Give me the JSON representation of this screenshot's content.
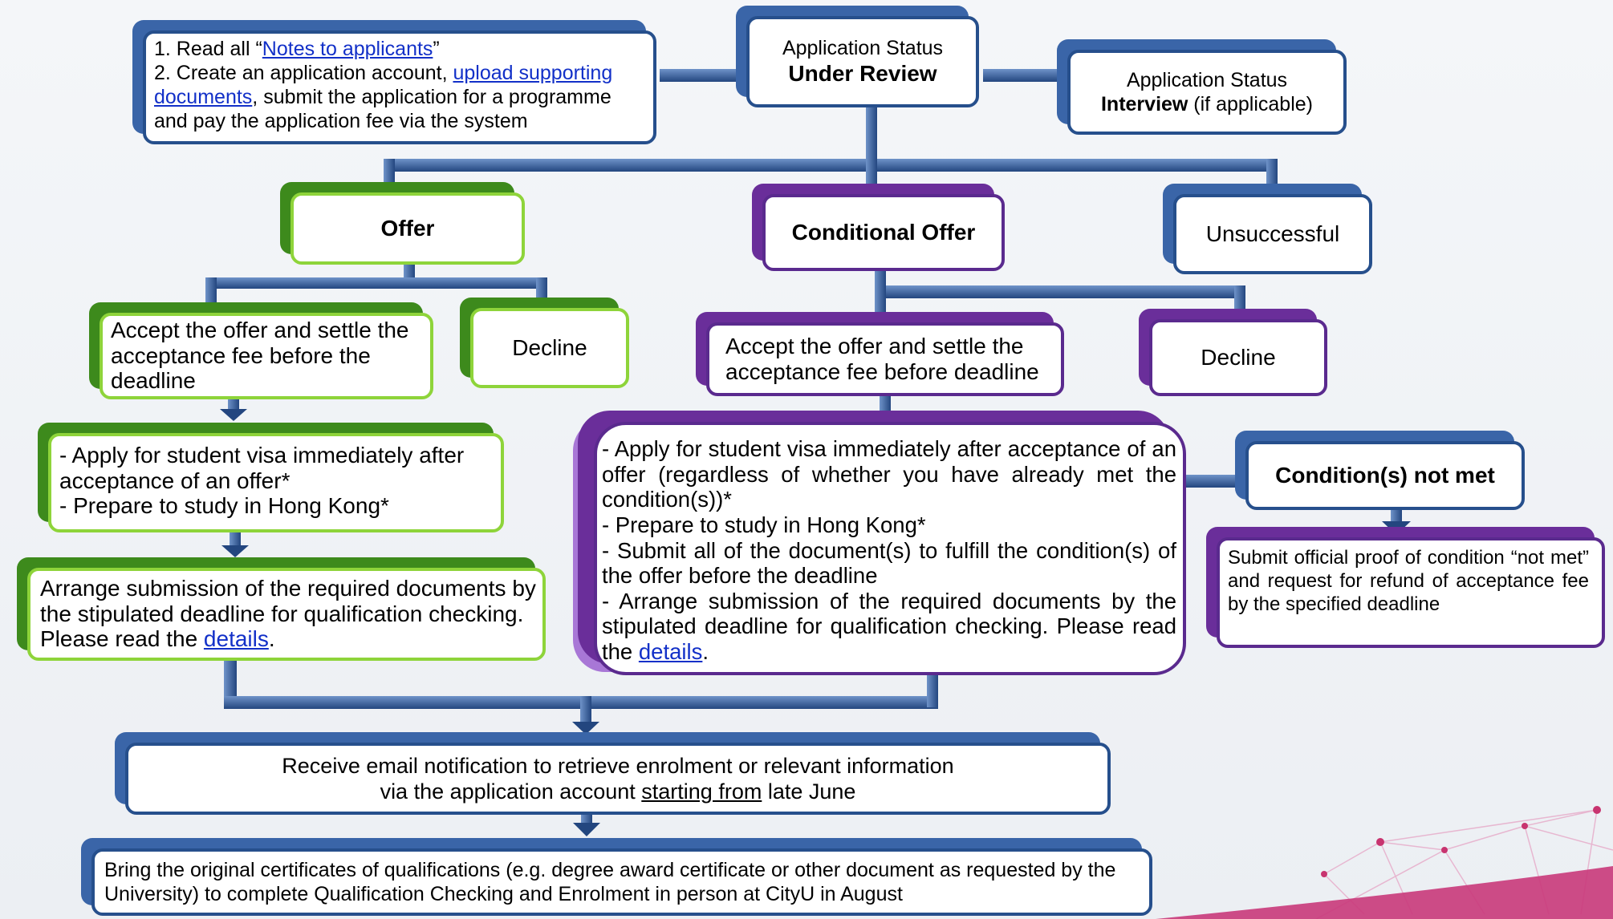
{
  "step1": {
    "line1_prefix": "1. Read all “",
    "notes_link": "Notes to applicants",
    "line1_suffix": "”",
    "line2_prefix": "2. Create an application account, ",
    "upload_link": "upload supporting documents",
    "line2_suffix": ", submit the application for a programme and pay the application fee via the system"
  },
  "under_review": {
    "line1": "Application Status",
    "line2": "Under Review"
  },
  "interview": {
    "line1": "Application Status",
    "bold": "Interview",
    "suffix": " (if applicable)"
  },
  "offer": {
    "title": "Offer"
  },
  "conditional_offer": {
    "title": "Conditional Offer"
  },
  "unsuccessful": {
    "title": "Unsuccessful"
  },
  "offer_accept": {
    "text": "Accept the offer and settle the acceptance fee before the deadline"
  },
  "offer_decline": {
    "text": "Decline"
  },
  "cond_accept": {
    "text": "Accept the offer and settle the acceptance fee before deadline"
  },
  "cond_decline": {
    "text": "Decline"
  },
  "offer_visa": {
    "line1": "- Apply for student visa immediately after acceptance of an offer*",
    "line2": "- Prepare to study in Hong Kong*"
  },
  "offer_docs": {
    "prefix": "Arrange submission of the required documents by the stipulated deadline for qualification checking. Please read the ",
    "link": "details",
    "suffix": "."
  },
  "cond_visa": {
    "line1": "- Apply for student visa immediately after acceptance of an offer (regardless of whether you have already met the condition(s))*",
    "line2": "- Prepare to study in Hong Kong*",
    "line3": "- Submit all of the document(s) to fulfill the condition(s) of the offer before the deadline",
    "line4_prefix": "- Arrange submission of the required documents by the stipulated deadline for qualification checking. Please read the ",
    "link": "details",
    "suffix": "."
  },
  "not_met": {
    "title": "Condition(s) not met"
  },
  "refund": {
    "text": "Submit official proof of condition “not met” and request for refund of acceptance fee by the specified deadline"
  },
  "email": {
    "line1": "Receive email notification to retrieve enrolment or relevant information",
    "line2_prefix": "via the application account ",
    "line2_underlined": "starting from",
    "line2_suffix": " late June"
  },
  "enrol": {
    "text": "Bring the original certificates of qualifications (e.g. degree award certificate or other document as requested by the University) to complete Qualification Checking and Enrolment in person at CityU in August"
  },
  "colors": {
    "blue": "#264f8c",
    "green": "#4a9b1f",
    "purple": "#5a2a8e",
    "link": "#1230c8"
  }
}
